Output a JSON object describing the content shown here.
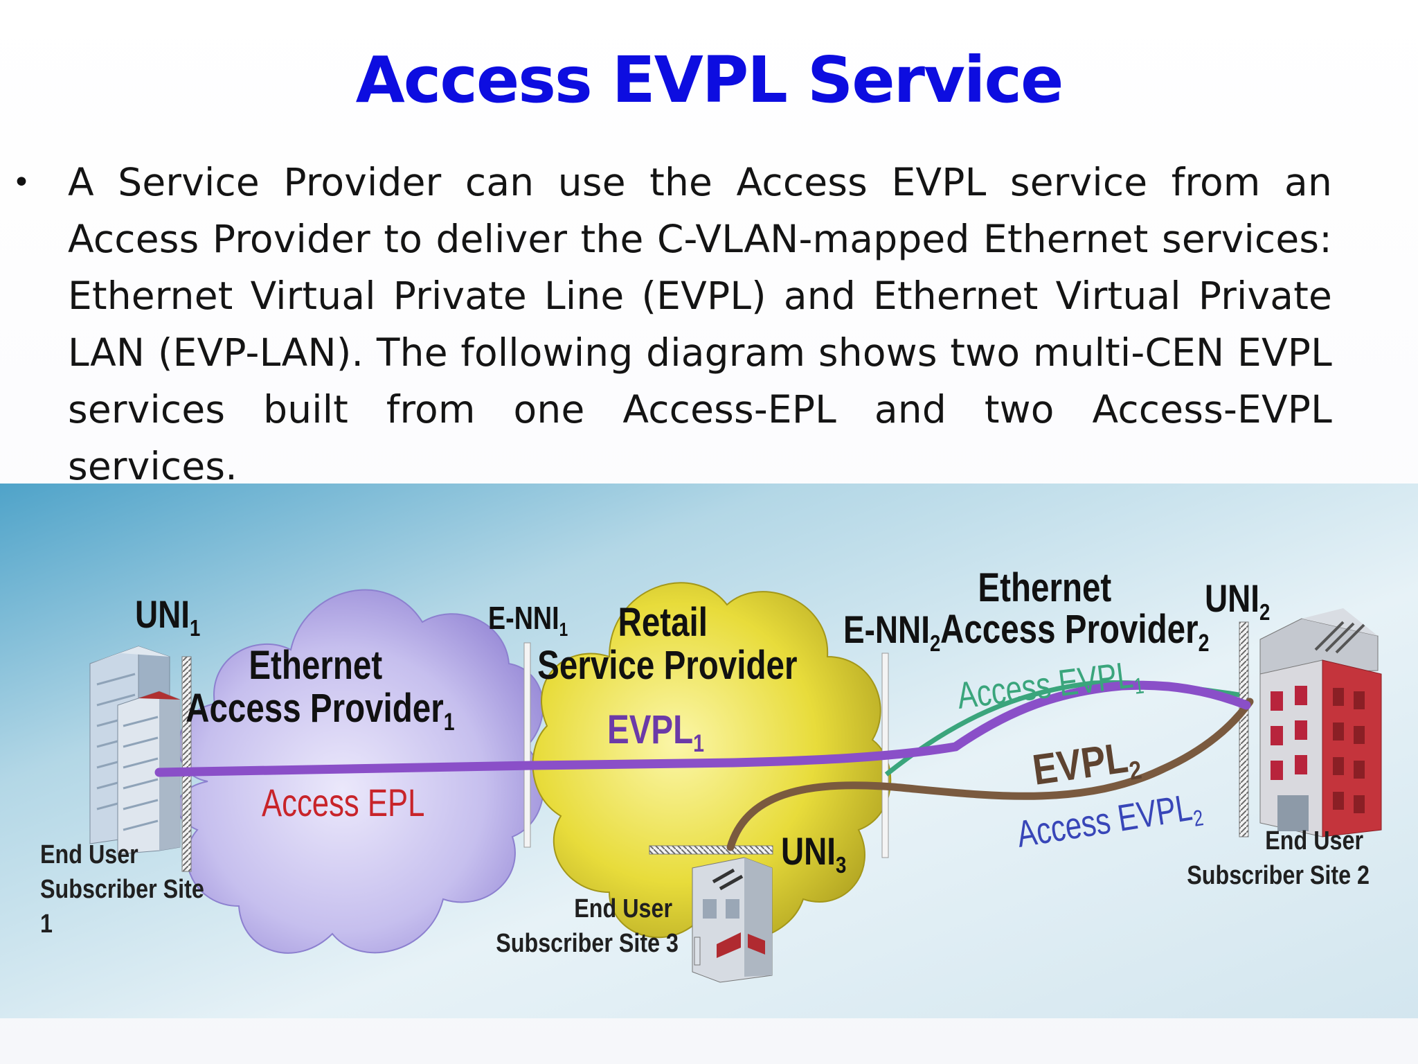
{
  "slide": {
    "title": "Access EVPL Service",
    "bullet": "A Service Provider can use the Access EVPL service from an Access Provider to deliver the C-VLAN-mapped Ethernet services: Ethernet Virtual Private Line (EVPL) and Ethernet Virtual Private LAN (EVP-LAN). The following diagram shows two multi-CEN EVPL services built from one Access-EPL and two Access-EVPL services."
  },
  "diagram": {
    "uni1": {
      "main": "UNI",
      "sub": "1"
    },
    "uni2": {
      "main": "UNI",
      "sub": "2"
    },
    "uni3": {
      "main": "UNI",
      "sub": "3"
    },
    "enni1": {
      "main": "E-NNI",
      "sub": "1"
    },
    "enni2": {
      "main": "E-NNI",
      "sub": "2"
    },
    "access_provider_1": {
      "line1": "Ethernet",
      "line2": "Access Provider",
      "sub": "1"
    },
    "retail": {
      "line1": "Retail",
      "line2": "Service Provider"
    },
    "access_provider_2": {
      "line1": "Ethernet",
      "line2": "Access Provider",
      "sub": "2"
    },
    "evpl1": {
      "main": "EVPL",
      "sub": "1"
    },
    "evpl2": {
      "main": "EVPL",
      "sub": "2"
    },
    "access_epl": "Access EPL",
    "access_evpl1": {
      "main": "Access EVPL",
      "sub": "1"
    },
    "access_evpl2": {
      "main": "Access EVPL",
      "sub": "2"
    },
    "site1": {
      "line1": "End User",
      "line2": "Subscriber Site",
      "line3": "1"
    },
    "site2": {
      "line1": "End User",
      "line2": "Subscriber Site 2"
    },
    "site3": {
      "line1": "End User",
      "line2": "Subscriber  Site 3"
    },
    "colors": {
      "evpl1_line": "#8a4fc8",
      "evpl2_line": "#7a5a3f",
      "access_evpl1_line": "#3aa57c",
      "access_provider_1_cloud": "#c1b9ec",
      "retail_cloud": "#dccf2e",
      "title": "#0d0de0",
      "evpl1_text": "#6b3aa8",
      "access_epl_text": "#c8242a",
      "access_evpl1_text": "#3aa57c",
      "access_evpl2_text": "#3846b8"
    }
  }
}
